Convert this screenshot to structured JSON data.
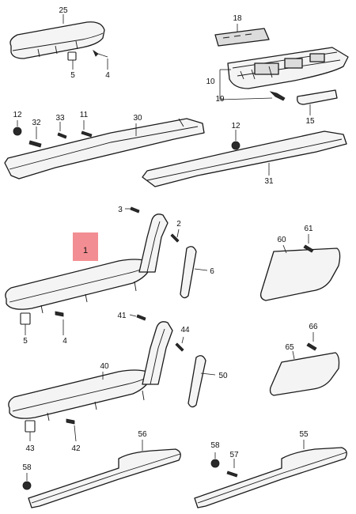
{
  "labels": {
    "p25": "25",
    "p5a": "5",
    "p4a": "4",
    "p18": "18",
    "p10": "10",
    "p19": "19",
    "p15": "15",
    "p12a": "12",
    "p32": "32",
    "p33": "33",
    "p11": "11",
    "p30": "30",
    "p12b": "12",
    "p31": "31",
    "p3": "3",
    "p2": "2",
    "p1": "1",
    "p6": "6",
    "p60": "60",
    "p61": "61",
    "p5b": "5",
    "p4b": "4",
    "p41": "41",
    "p44": "44",
    "p40": "40",
    "p50": "50",
    "p65": "65",
    "p66": "66",
    "p43": "43",
    "p42": "42",
    "p56": "56",
    "p55": "55",
    "p58a": "58",
    "p57": "57",
    "p58b": "58"
  },
  "highlight": {
    "part": "1",
    "color": "#f07a80"
  }
}
